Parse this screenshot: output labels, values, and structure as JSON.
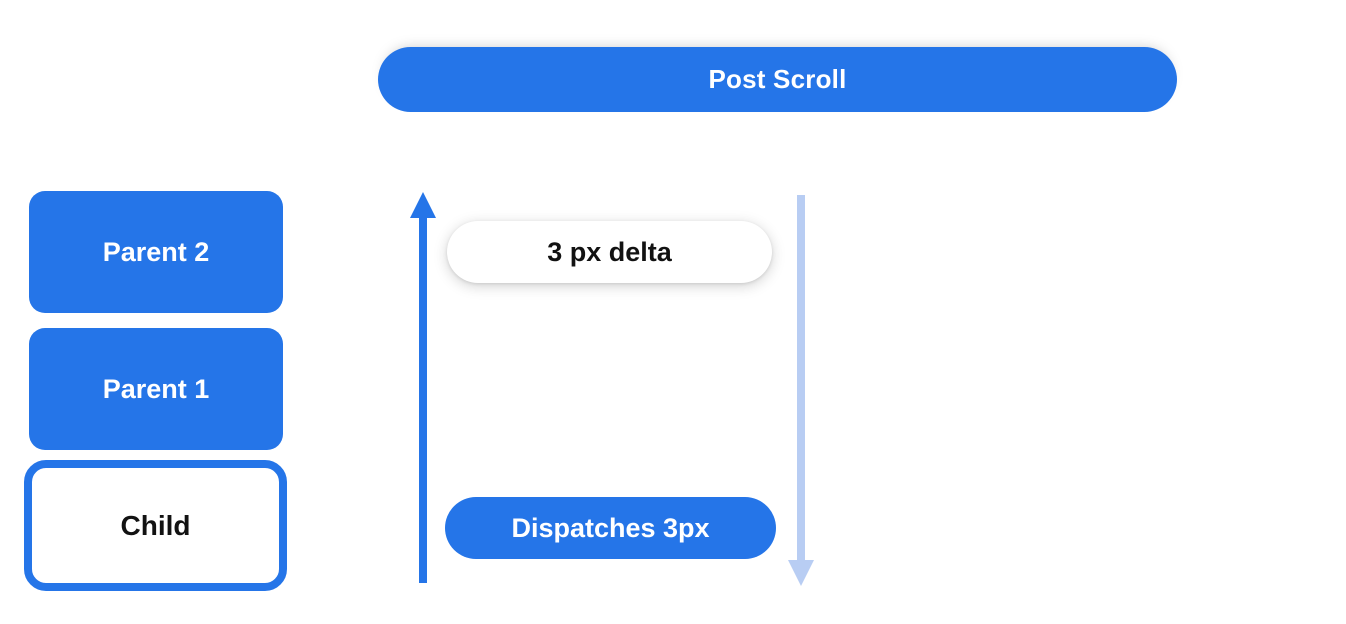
{
  "colors": {
    "primary_blue": "#2575e8",
    "light_blue": "#b8cdf3",
    "text_dark": "#121212",
    "text_light": "#ffffff",
    "background": "#ffffff"
  },
  "header": {
    "label": "Post Scroll"
  },
  "hierarchy": {
    "parent2_label": "Parent 2",
    "parent1_label": "Parent 1",
    "child_label": "Child"
  },
  "flow": {
    "delta_label": "3 px delta",
    "dispatch_label": "Dispatches 3px",
    "up_arrow": "upward-scroll-arrow",
    "down_arrow": "downward-dispatch-arrow"
  }
}
